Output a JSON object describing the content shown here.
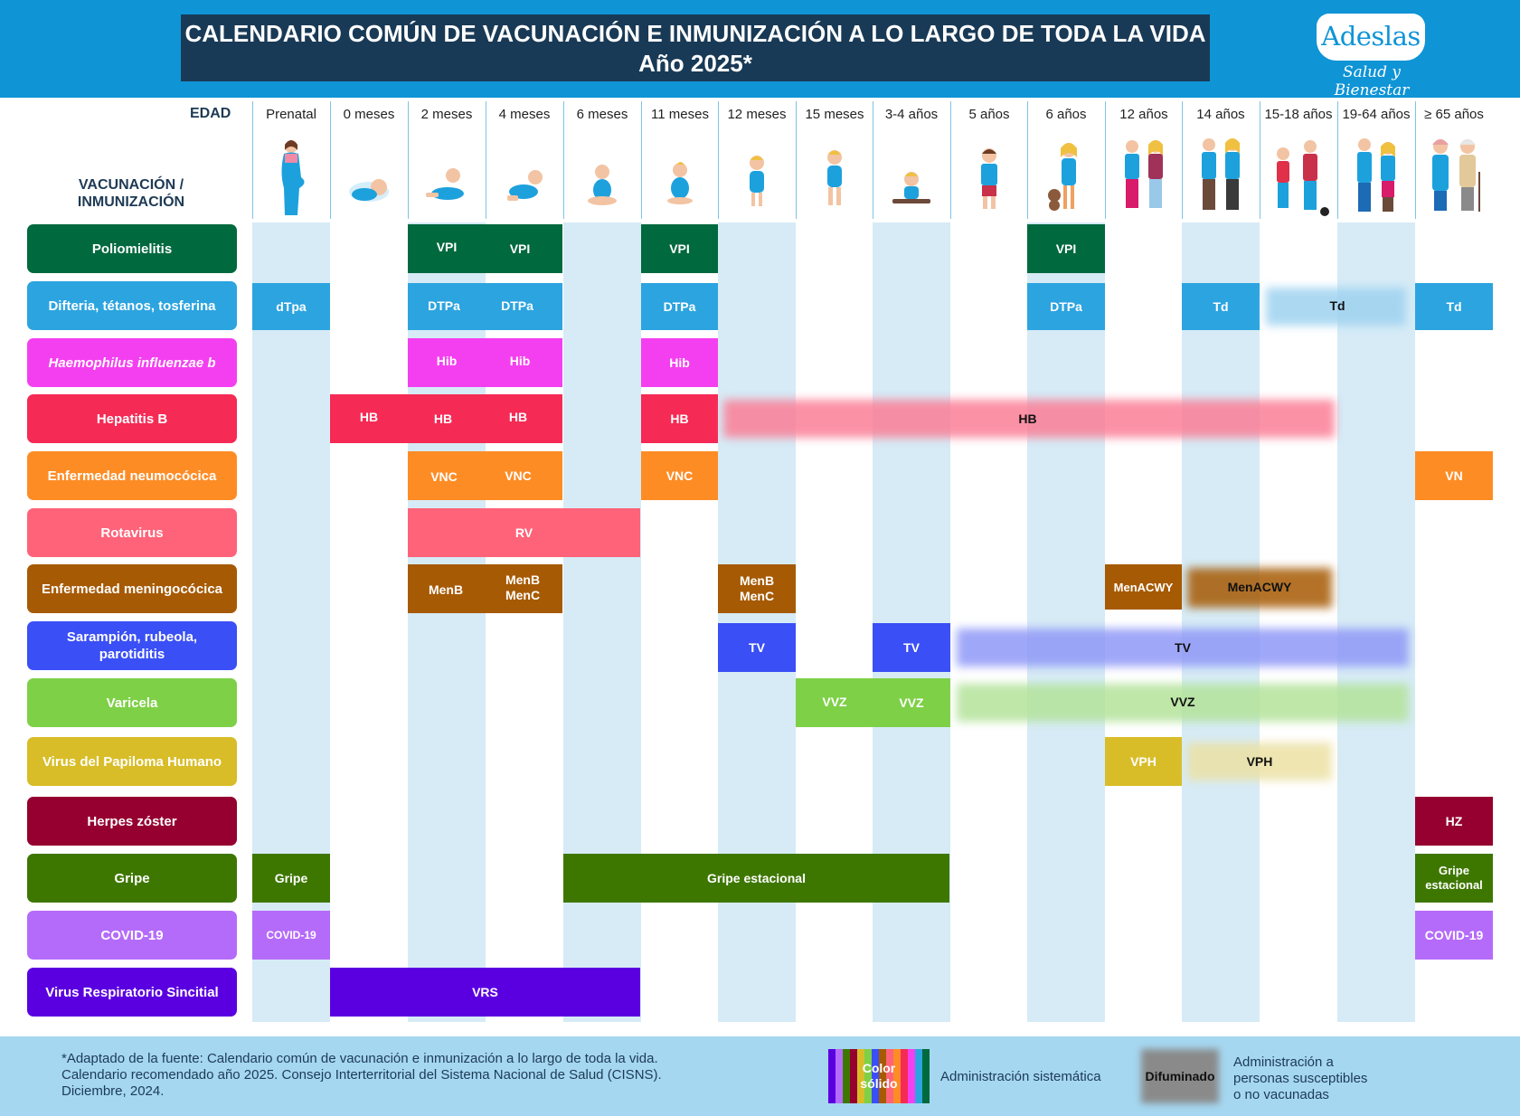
{
  "header": {
    "title_line1": "CALENDARIO COMÚN DE VACUNACIÓN E INMUNIZACIÓN A LO LARGO DE TODA LA VIDA",
    "title_line2": "Año 2025*",
    "logo_name": "Adeslas",
    "logo_tagline": "Salud y Bienestar"
  },
  "columns": {
    "edad_label": "EDAD",
    "vac_label_line1": "VACUNACIÓN /",
    "vac_label_line2": "INMUNIZACIÓN",
    "ages": [
      "Prenatal",
      "0 meses",
      "2 meses",
      "4 meses",
      "6 meses",
      "11 meses",
      "12 meses",
      "15 meses",
      "3-4 años",
      "5 años",
      "6 años",
      "12 años",
      "14 años",
      "15-18 años",
      "19-64 años",
      "≥ 65 años"
    ]
  },
  "vaccines": [
    {
      "label": "Poliomielitis",
      "color": "#00693e",
      "cells": [
        "VPI",
        "VPI",
        "VPI",
        "VPI"
      ]
    },
    {
      "label": "Difteria, tétanos, tosferina",
      "color": "#2ca4e0",
      "cells": [
        "dTpa",
        "DTPa",
        "DTPa",
        "DTPa",
        "DTPa",
        "Td",
        "Td",
        "Td"
      ]
    },
    {
      "label": "Haemophilus influenzae b",
      "color": "#f43ff0",
      "cells": [
        "Hib",
        "Hib",
        "Hib"
      ]
    },
    {
      "label": "Hepatitis B",
      "color": "#f52a55",
      "cells": [
        "HB",
        "HB",
        "HB",
        "HB",
        "HB"
      ]
    },
    {
      "label": "Enfermedad neumocócica",
      "color": "#fe8c25",
      "cells": [
        "VNC",
        "VNC",
        "VNC",
        "VN"
      ]
    },
    {
      "label": "Rotavirus",
      "color": "#ff6379",
      "cells": [
        "RV"
      ]
    },
    {
      "label": "Enfermedad meningocócica",
      "color": "#a65a03",
      "cells": [
        "MenB",
        "MenB",
        "MenC",
        "MenB",
        "MenC",
        "MenACWY",
        "MenACWY"
      ]
    },
    {
      "label": "Sarampión, rubeola, parotiditis",
      "color": "#3a4ff5",
      "cells": [
        "TV",
        "TV",
        "TV"
      ]
    },
    {
      "label": "Varicela",
      "color": "#7ed047",
      "cells": [
        "VVZ",
        "VVZ",
        "VVZ"
      ]
    },
    {
      "label": "Virus del Papiloma Humano",
      "color": "#d8bd28",
      "cells": [
        "VPH",
        "VPH"
      ]
    },
    {
      "label": "Herpes zóster",
      "color": "#950030",
      "cells": [
        "HZ"
      ]
    },
    {
      "label": "Gripe",
      "color": "#3e7700",
      "cells": [
        "Gripe",
        "Gripe estacional",
        "Gripe",
        "estacional"
      ]
    },
    {
      "label": "COVID-19",
      "color": "#b56bfa",
      "cells": [
        "COVID-19",
        "COVID-19"
      ]
    },
    {
      "label": "Virus Respiratorio Sincitial",
      "color": "#5a00e0",
      "cells": [
        "VRS"
      ]
    }
  ],
  "footer": {
    "footnote_line1": "*Adaptado de la fuente: Calendario común de vacunación e inmunización a lo largo de toda la vida.",
    "footnote_line2": "Calendario recomendado año 2025. Consejo Interterritorial del Sistema Nacional de Salud (CISNS).",
    "footnote_line3": "Diciembre, 2024.",
    "legend_solid_line1": "Color",
    "legend_solid_line2": "sólido",
    "legend_solid_text": "Administración sistemática",
    "legend_blur_label": "Difuminado",
    "legend_blur_line1": "Administración a",
    "legend_blur_line2": "personas susceptibles",
    "legend_blur_line3": "o no vacunadas"
  }
}
